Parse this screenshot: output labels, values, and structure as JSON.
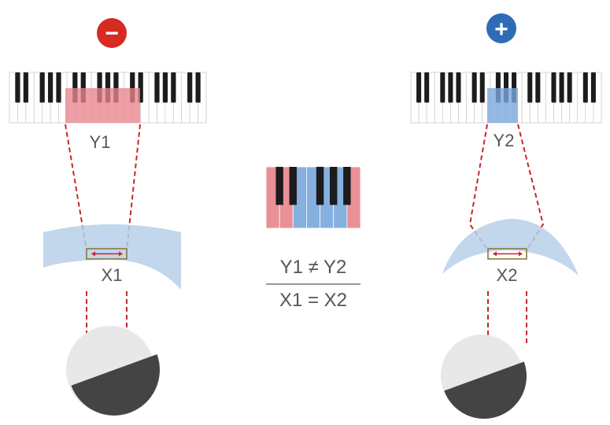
{
  "left_panel": {
    "sign_symbol": "−",
    "keyboard_label": "Y1",
    "lens_label": "X1"
  },
  "right_panel": {
    "sign_symbol": "+",
    "keyboard_label": "Y2",
    "lens_label": "X2"
  },
  "center": {
    "numerator": "Y1 ≠ Y2",
    "denominator": "X1 = X2"
  },
  "colors": {
    "minus_badge": "#d62a22",
    "plus_badge": "#2f6cb5",
    "red_highlight": "#e8848c",
    "blue_highlight": "#7aa8dc",
    "dashed_line": "#c4262e",
    "lens_fill": "#b7cfe9",
    "target_box": "#8a7a3a",
    "black_key": "#1c1c1c",
    "dark_half": "#444444",
    "light_half": "#e8e8e8",
    "text": "#555555"
  },
  "icons": {
    "minus_badge": "minus-circle-icon",
    "plus_badge": "plus-circle-icon"
  }
}
